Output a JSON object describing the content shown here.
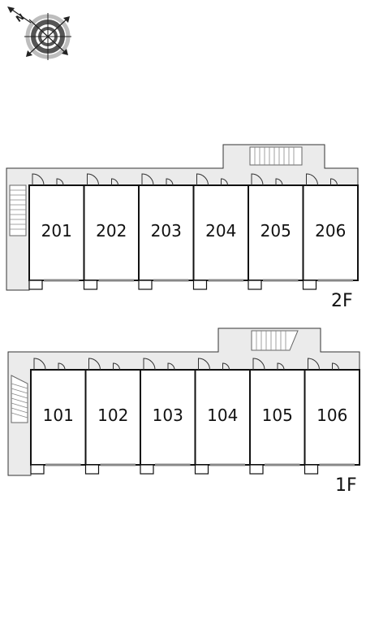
{
  "compass": {
    "letter": "N",
    "icon": "compass-rose-icon"
  },
  "floors": [
    {
      "id": "2F",
      "label": "2F",
      "units": [
        "201",
        "202",
        "203",
        "204",
        "205",
        "206"
      ],
      "stairs": [
        "staircase-left",
        "staircase-top"
      ]
    },
    {
      "id": "1F",
      "label": "1F",
      "units": [
        "101",
        "102",
        "103",
        "104",
        "105",
        "106"
      ],
      "stairs": [
        "staircase-left",
        "staircase-top"
      ]
    }
  ],
  "colors": {
    "corridor": "#ebebeb",
    "wall": "#111111",
    "interior": "#ffffff",
    "compass_dark": "#555555",
    "compass_light": "#bdbdbd"
  }
}
